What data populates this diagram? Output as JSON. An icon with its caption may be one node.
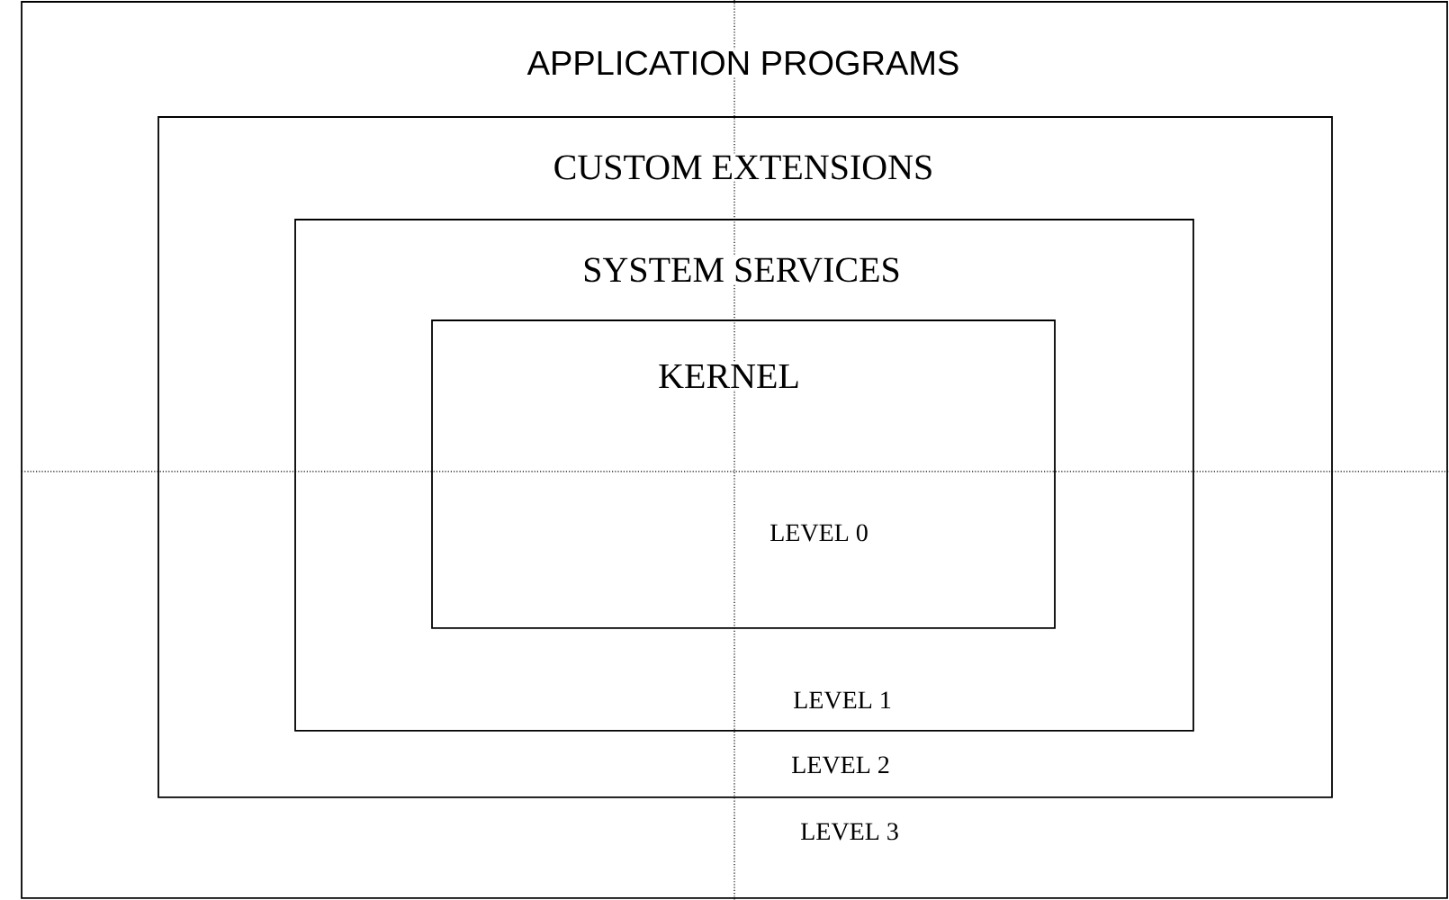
{
  "diagram": {
    "nodes": [
      {
        "text": [
          "APPLICATION PROGRAMS",
          "LEVEL 3"
        ]
      },
      {
        "text": [
          "CUSTOM EXTENSIONS",
          "LEVEL 2"
        ],
        "in": 0
      },
      {
        "text": [
          "SYSTEM SERVICES",
          "LEVEL 1"
        ],
        "in": 1
      },
      {
        "text": [
          "KERNEL",
          "LEVEL 0"
        ],
        "in": 2
      }
    ],
    "edges": []
  }
}
